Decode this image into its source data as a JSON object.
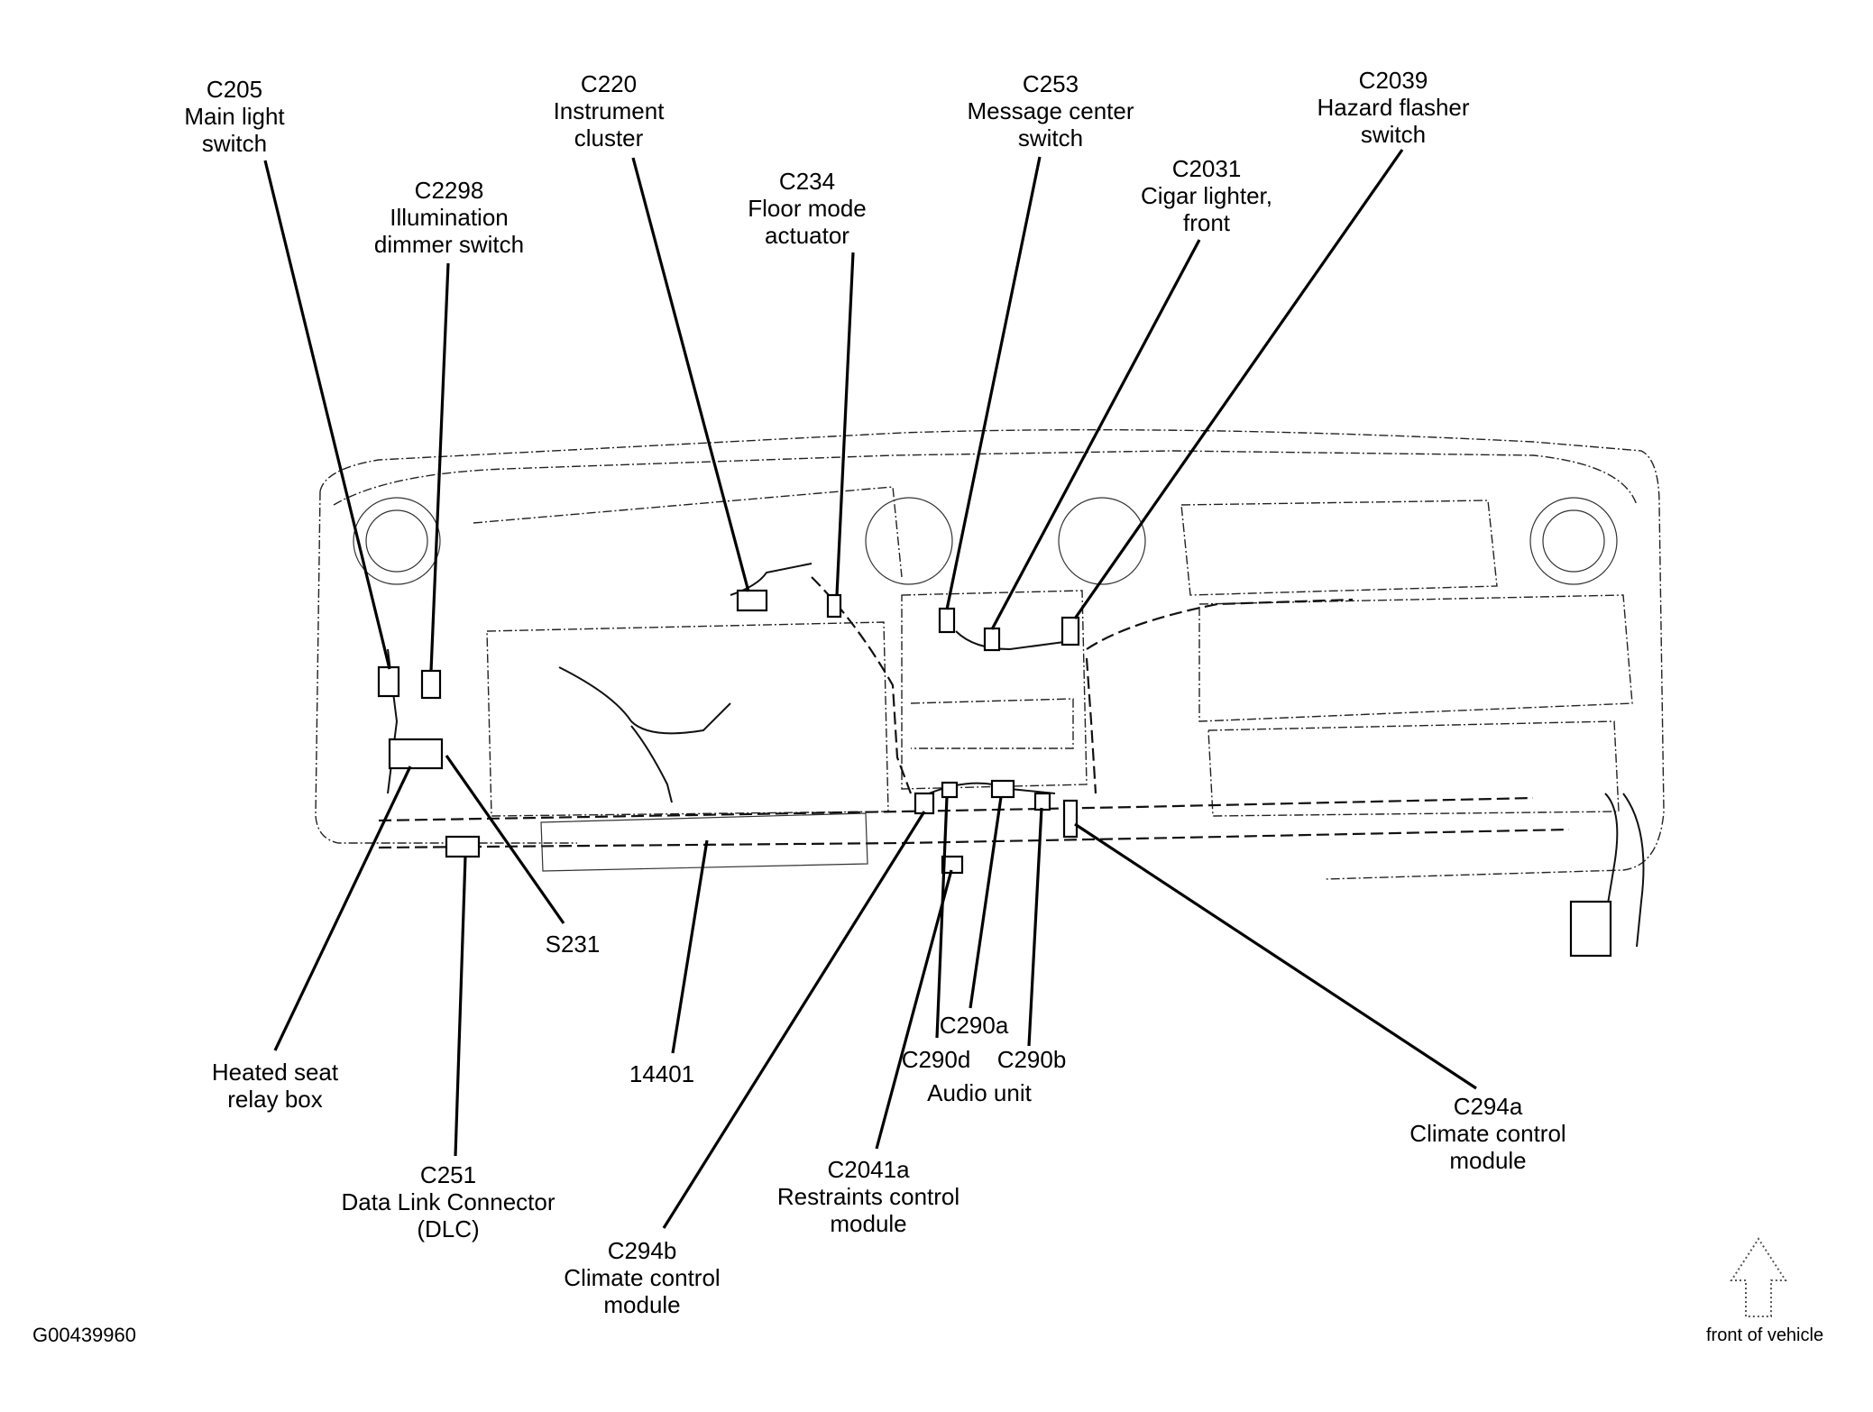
{
  "figure_id": "G00439960",
  "orientation_note": "front of vehicle",
  "callouts": [
    {
      "id": "c205",
      "lines": [
        "C205",
        "Main light",
        "switch"
      ]
    },
    {
      "id": "c2298",
      "lines": [
        "C2298",
        "Illumination",
        "dimmer switch"
      ]
    },
    {
      "id": "c220",
      "lines": [
        "C220",
        "Instrument",
        "cluster"
      ]
    },
    {
      "id": "c234",
      "lines": [
        "C234",
        "Floor mode",
        "actuator"
      ]
    },
    {
      "id": "c253",
      "lines": [
        "C253",
        "Message center",
        "switch"
      ]
    },
    {
      "id": "c2031",
      "lines": [
        "C2031",
        "Cigar lighter,",
        "front"
      ]
    },
    {
      "id": "c2039",
      "lines": [
        "C2039",
        "Hazard flasher",
        "switch"
      ]
    },
    {
      "id": "s231",
      "lines": [
        "S231"
      ]
    },
    {
      "id": "p14401",
      "lines": [
        "14401"
      ]
    },
    {
      "id": "heated-seat",
      "lines": [
        "Heated seat",
        "relay box"
      ]
    },
    {
      "id": "c251",
      "lines": [
        "C251",
        "Data Link Connector",
        "(DLC)"
      ]
    },
    {
      "id": "c294b",
      "lines": [
        "C294b",
        "Climate control",
        "module"
      ]
    },
    {
      "id": "c2041a",
      "lines": [
        "C2041a",
        "Restraints control",
        "module"
      ]
    },
    {
      "id": "c290a",
      "lines": [
        "C290a"
      ]
    },
    {
      "id": "c290d",
      "lines": [
        "C290d"
      ]
    },
    {
      "id": "c290b",
      "lines": [
        "C290b"
      ]
    },
    {
      "id": "audio",
      "lines": [
        "Audio unit"
      ]
    },
    {
      "id": "c294a",
      "lines": [
        "C294a",
        "Climate control",
        "module"
      ]
    }
  ]
}
